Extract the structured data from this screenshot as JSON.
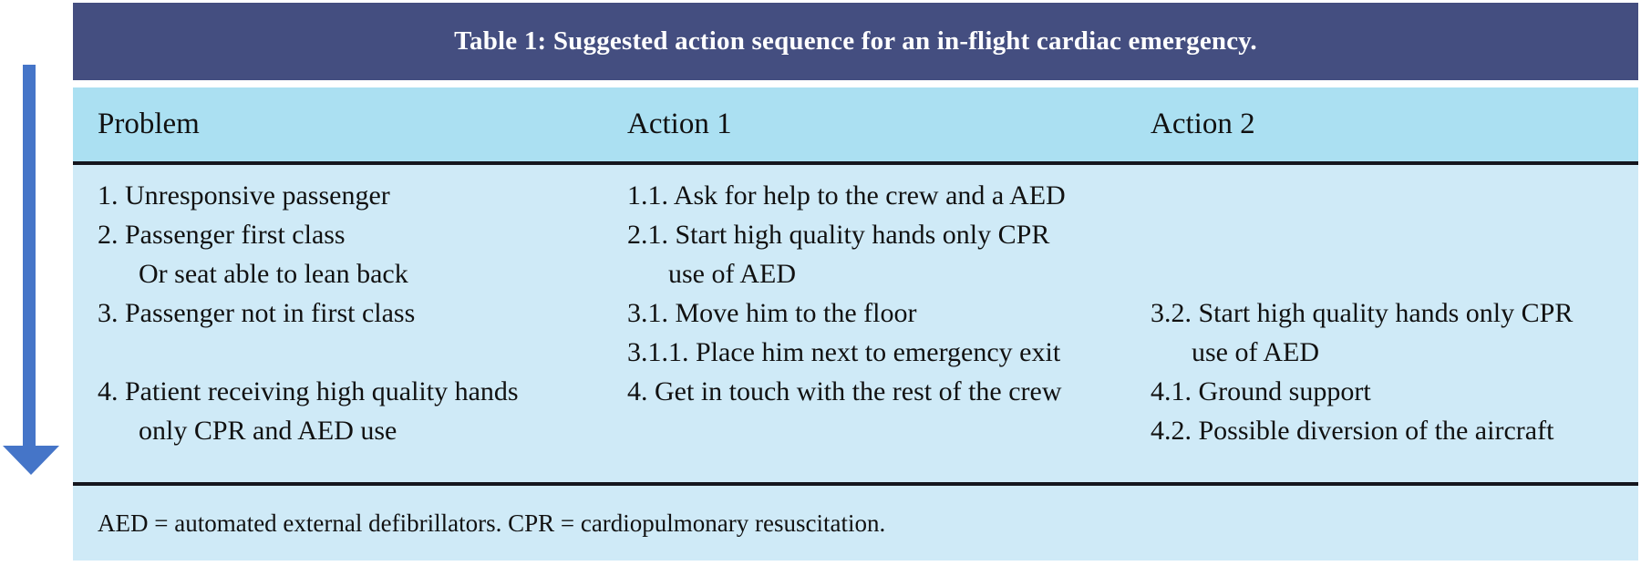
{
  "title": "Table 1: Suggested action sequence for an in-flight cardiac emergency.",
  "columns": [
    "Problem",
    "Action 1",
    "Action 2"
  ],
  "grid": {
    "problem": [
      {
        "text": "1. Unresponsive passenger",
        "indent": false
      },
      {
        "text": "2. Passenger first class",
        "indent": false
      },
      {
        "text": "Or seat able to lean back",
        "indent": true
      },
      {
        "text": "3. Passenger not in first class",
        "indent": false
      },
      {
        "text": "",
        "indent": false
      },
      {
        "text": "4. Patient receiving high quality hands",
        "indent": false
      },
      {
        "text": "only CPR and AED use",
        "indent": true
      }
    ],
    "action1": [
      {
        "text": "1.1. Ask for help to the crew and a AED",
        "indent": false
      },
      {
        "text": "2.1. Start high quality hands only CPR",
        "indent": false
      },
      {
        "text": "use of AED",
        "indent": true
      },
      {
        "text": "3.1. Move him to the floor",
        "indent": false
      },
      {
        "text": "3.1.1. Place him next to emergency exit",
        "indent": false
      },
      {
        "text": "4. Get in touch with the rest of the crew",
        "indent": false
      },
      {
        "text": "",
        "indent": false
      }
    ],
    "action2": [
      {
        "text": "",
        "indent": false
      },
      {
        "text": "",
        "indent": false
      },
      {
        "text": "",
        "indent": false
      },
      {
        "text": "3.2. Start high quality hands only CPR",
        "indent": false
      },
      {
        "text": "use of AED",
        "indent": true
      },
      {
        "text": "4.1. Ground support",
        "indent": false
      },
      {
        "text": "4.2. Possible diversion of the aircraft",
        "indent": false
      }
    ]
  },
  "footnote": "AED = automated external defibrillators. CPR = cardiopulmonary resuscitation.",
  "icons": {
    "left_arrow": "down-arrow-icon"
  },
  "colors": {
    "title_bg": "#444e80",
    "title_text": "#ffffff",
    "header_bg": "#abe0f2",
    "body_bg": "#cfeaf7",
    "rule": "#15161e",
    "arrow": "#4575c8"
  }
}
